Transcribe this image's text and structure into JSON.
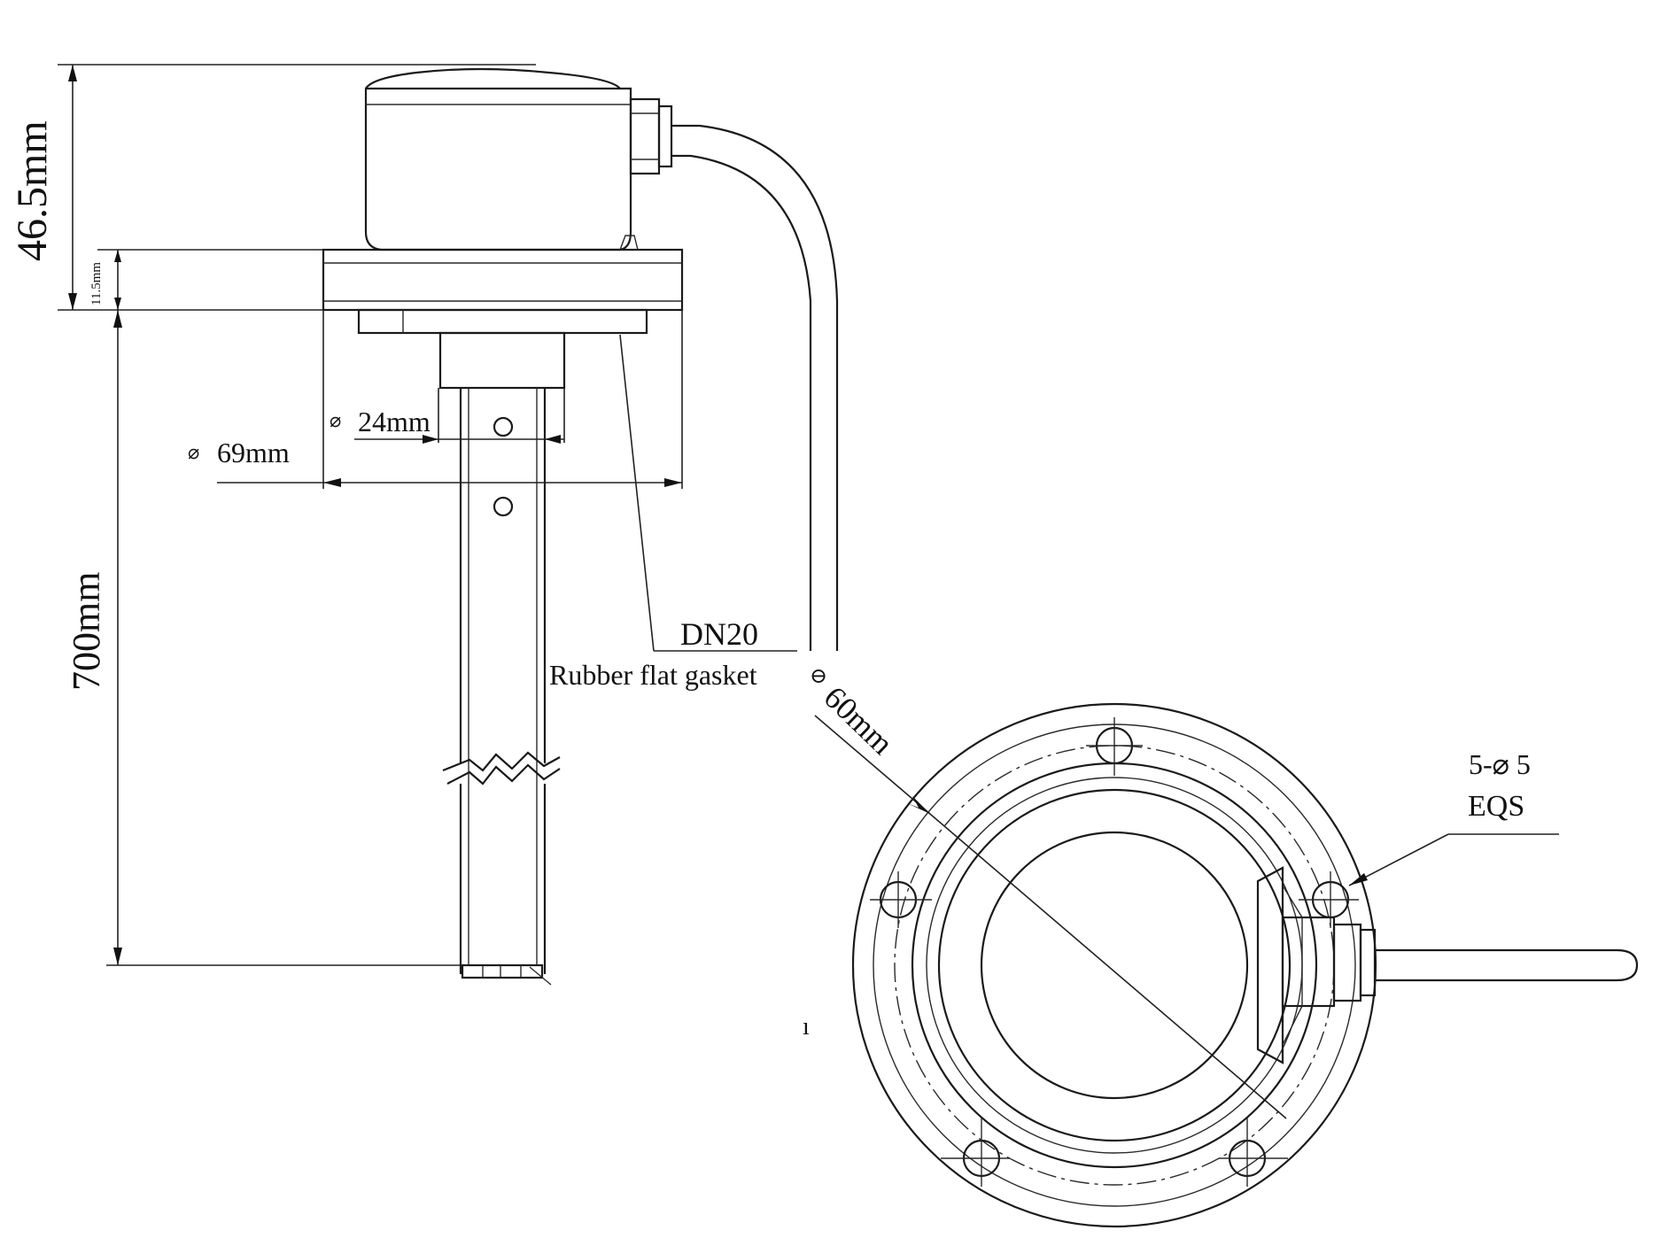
{
  "labels": {
    "height_top": "46.5mm",
    "flange_thickness": "11.5mm",
    "probe_length": "700mm",
    "probe_diameter": "24mm",
    "flange_diameter": "69mm",
    "probe_diameter_symbol": "⌀",
    "flange_diameter_symbol": "⌀",
    "thread_size": "DN20",
    "gasket": "Rubber flat gasket",
    "gasket_symbol": "⊖",
    "bolt_circle": "60mm",
    "holes": "5-⌀ 5",
    "holes_spacing": "EQS",
    "stray_mark": "ı"
  }
}
